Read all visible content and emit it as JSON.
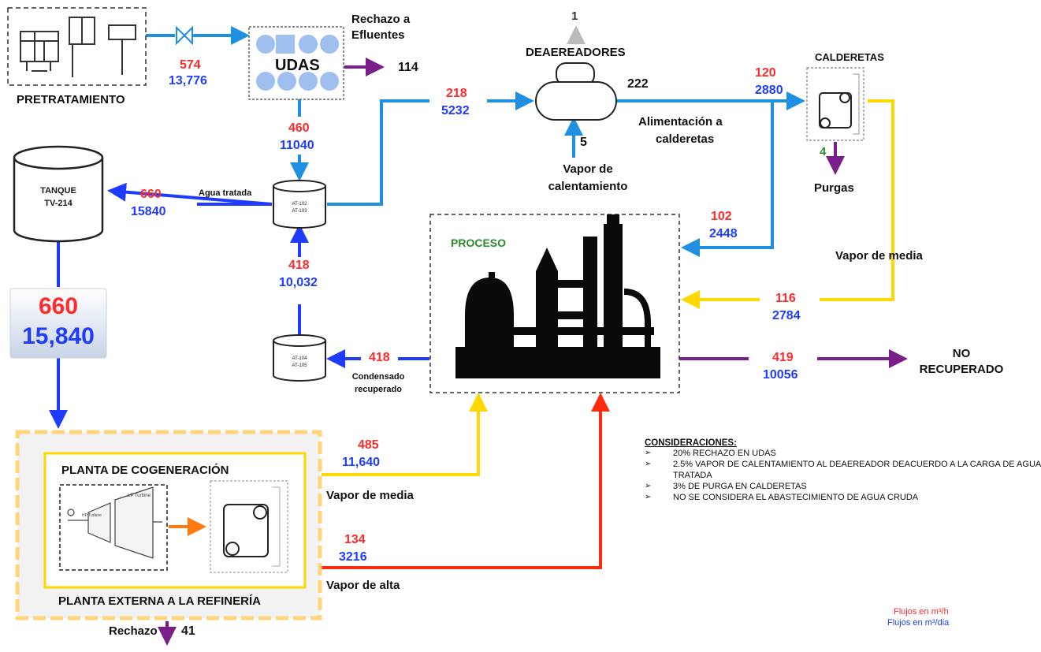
{
  "labels": {
    "pretratamiento": "PRETRATAMIENTO",
    "udas": "UDAS",
    "rechazo_efluentes_1": "Rechazo a",
    "rechazo_efluentes_2": "Efluentes",
    "deaeradores": "DEAEREADORES",
    "calderetas": "CALDERETAS",
    "alimentacion_1": "Alimentación a",
    "alimentacion_2": "calderetas",
    "vapor_calent_1": "Vapor de",
    "vapor_calent_2": "calentamiento",
    "purgas": "Purgas",
    "agua_tratada": "Agua tratada",
    "tanque_1": "TANQUE",
    "tanque_2": "TV-214",
    "tank_at102": "AT-102",
    "tank_at103": "AT-103",
    "tank_at104": "AT-104",
    "tank_at105": "AT-105",
    "proceso": "PROCESO",
    "vapor_media_top": "Vapor de media",
    "condensado_1": "Condensado",
    "condensado_2": "recuperado",
    "no_recuperado_1": "NO",
    "no_recuperado_2": "RECUPERADO",
    "planta_cog": "PLANTA DE COGENERACIÓN",
    "planta_ext": "PLANTA EXTERNA A LA REFINERÍA",
    "vapor_media_bottom": "Vapor de media",
    "vapor_alta": "Vapor de alta",
    "rechazo": "Rechazo",
    "turbine_hp": "HP Turbine",
    "turbine_lp": "LP Turbine"
  },
  "flows": {
    "pre_udas_h": "574",
    "pre_udas_d": "13,776",
    "rechazo_efl": "114",
    "udas_down_h": "460",
    "udas_down_d": "11040",
    "to_deaer_h": "218",
    "to_deaer_d": "5232",
    "deaer_vent": "1",
    "deaer_out": "222",
    "vapor_calent": "5",
    "to_cald_h": "120",
    "to_cald_d": "2880",
    "purgas": "4",
    "to_tank_h": "660",
    "to_tank_d": "15840",
    "to_proc_h": "102",
    "to_proc_d": "2448",
    "cond_up_h": "418",
    "cond_up_d": "10,032",
    "media_ret_h": "116",
    "media_ret_d": "2784",
    "tank_out_h": "660",
    "tank_out_d": "15,840",
    "cond_h": "418",
    "no_rec_h": "419",
    "no_rec_d": "10056",
    "cog_media_h": "485",
    "cog_media_d": "11,640",
    "cog_alta_h": "134",
    "cog_alta_d": "3216",
    "rechazo_cog": "41"
  },
  "consideraciones": {
    "title": "CONSIDERACIONES:",
    "items": [
      "20% RECHAZO EN UDAS",
      "2.5% VAPOR DE CALENTAMIENTO AL DEAEREADOR DEACUERDO A LA CARGA DE AGUA TRATADA",
      "3% DE PURGA EN CALDERETAS",
      "NO SE CONSIDERA EL ABASTECIMIENTO DE AGUA CRUDA"
    ]
  },
  "legend": {
    "hour": "Flujos en m³/h",
    "day": "Flujos en m³/dia"
  },
  "colors": {
    "water": "#1f8fe0",
    "blue": "#1e3cff",
    "steam_media": "#ffd800",
    "steam_alta": "#ff2a10",
    "purple": "#7a1f8a",
    "gray": "#9a9a9a",
    "orange": "#ff7a10"
  }
}
